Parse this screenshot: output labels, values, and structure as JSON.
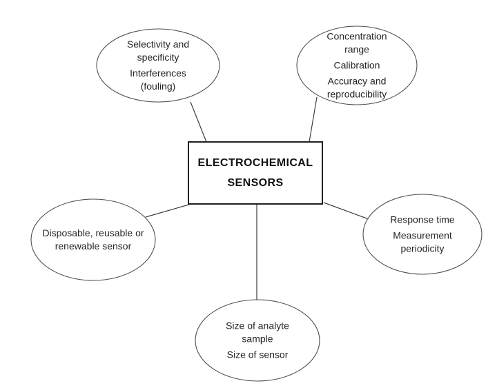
{
  "diagram": {
    "center": {
      "line1": "ELECTROCHEMICAL",
      "line2": "SENSORS"
    },
    "nodes": {
      "selectivity": {
        "paragraphs": [
          "Selectivity and specificity",
          "Interferences (fouling)"
        ]
      },
      "concentration": {
        "paragraphs": [
          "Concentration range",
          "Calibration",
          "Accuracy and reproducibility"
        ]
      },
      "disposable": {
        "paragraphs": [
          "Disposable, reusable or renewable sensor"
        ]
      },
      "response": {
        "paragraphs": [
          "Response time",
          "Measurement periodicity"
        ]
      },
      "size": {
        "paragraphs": [
          "Size of analyte sample",
          "Size of sensor"
        ]
      }
    },
    "colors": {
      "background": "#ffffff",
      "ellipse_stroke": "#4f4f4f",
      "connector_stroke": "#3d3d3d",
      "box_border": "#1f1f1f",
      "text": "#242424"
    }
  }
}
